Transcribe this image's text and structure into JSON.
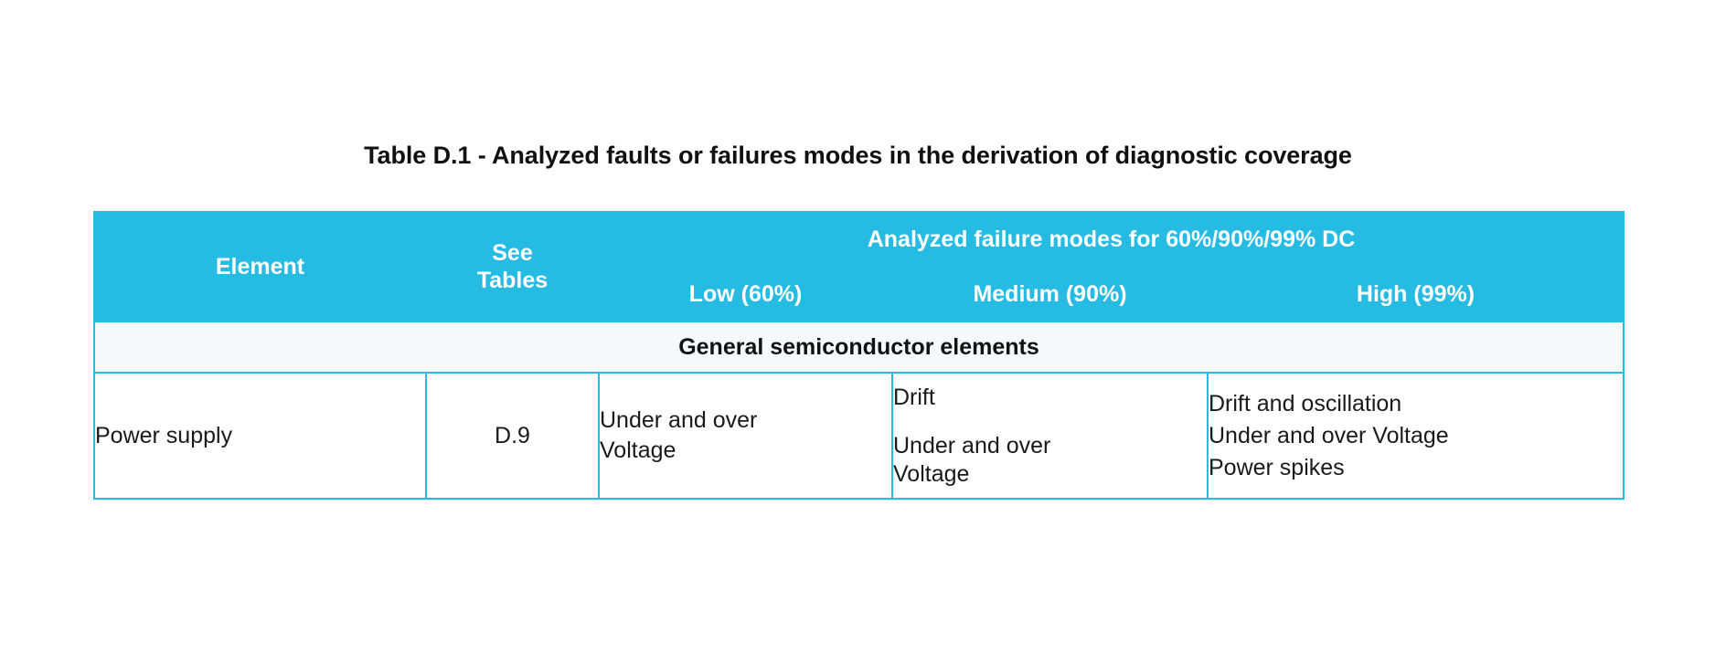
{
  "document": {
    "title": "Table D.1 - Analyzed faults or failures modes in the derivation of diagnostic coverage"
  },
  "colors": {
    "header_fill": "#25BBE3",
    "border": "#25BBE3",
    "section_fill": "#F4F9FC",
    "header_text": "#FFFFFF",
    "body_text": "#1A1A1A",
    "page_background": "#FFFFFF"
  },
  "table": {
    "headers": {
      "element": "Element",
      "see_tables_line1": "See",
      "see_tables_line2": "Tables",
      "group": "Analyzed failure modes for 60%/90%/99% DC",
      "low": "Low (60%)",
      "medium": "Medium (90%)",
      "high": "High (99%)"
    },
    "sections": [
      {
        "label": "General semiconductor elements",
        "rows": [
          {
            "element": "Power supply",
            "see_tables": "D.9",
            "low": [
              "Under and over",
              "Voltage"
            ],
            "medium": [
              "Drift",
              "Under and over",
              "Voltage"
            ],
            "high": [
              "Drift and oscillation",
              "Under and over Voltage",
              "Power spikes"
            ]
          }
        ]
      }
    ]
  },
  "row": {
    "low_l1": "Under and over",
    "low_l2": "Voltage",
    "medium_l1": "Drift",
    "medium_l2": "Under and over",
    "medium_l3": "Voltage",
    "high_l1": "Drift and oscillation",
    "high_l2": "Under and over Voltage",
    "high_l3": "Power spikes"
  }
}
